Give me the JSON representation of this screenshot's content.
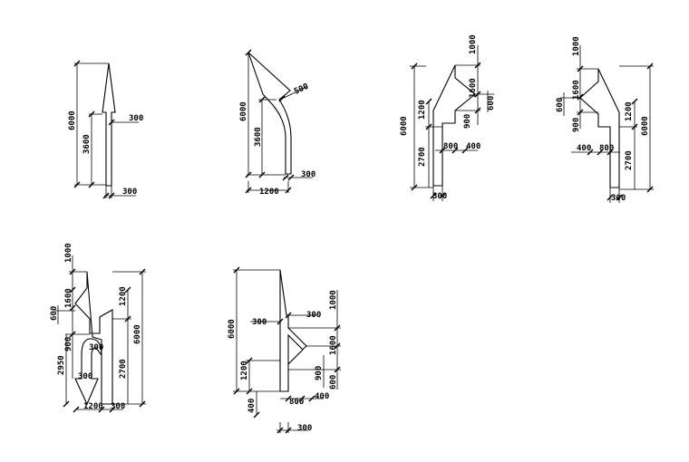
{
  "drawing": {
    "title": "",
    "stroke_color": "#000000",
    "background_color": "#ffffff"
  },
  "figures": [
    {
      "name": "straight-arrow",
      "dims": {
        "total_length": "6000",
        "stem_length": "3600",
        "head_width": "300",
        "stem_width": "300"
      }
    },
    {
      "name": "curved-left-arrow",
      "dims": {
        "total_length": "6000",
        "stem_length": "3600",
        "head_offset": "500",
        "stem_width": "300",
        "lateral_offset": "1200"
      }
    },
    {
      "name": "straight-right-arrow",
      "dims": {
        "top_offset": "1000",
        "total_length": "6000",
        "upper_segment": "1200",
        "head_span": "1600",
        "branch_width": "600",
        "lower_segment": "2700",
        "branch_gap": "900",
        "stem_offset": "800",
        "head_depth": "400",
        "stem_width": "300"
      }
    },
    {
      "name": "straight-left-arrow",
      "dims": {
        "top_offset": "1000",
        "total_length": "6000",
        "head_span": "1600",
        "branch_width": "600",
        "branch_gap": "900",
        "upper_segment": "1200",
        "lower_segment": "2700",
        "head_depth": "400",
        "stem_offset": "800",
        "stem_width": "300"
      }
    },
    {
      "name": "left-uturn-arrow",
      "dims": {
        "top_offset": "1000",
        "head_span": "1600",
        "branch_width": "600",
        "upper_segment": "1200",
        "total_length": "6000",
        "loop_height": "2950",
        "branch_gap": "900",
        "loop_head": "300",
        "loop_tail": "300",
        "lower_segment": "2700",
        "lateral_width": "1200",
        "stem_width": "300"
      }
    },
    {
      "name": "straight-right-stack-arrow",
      "dims": {
        "total_length": "6000",
        "left_head": "300",
        "right_head": "300",
        "top_offset": "1000",
        "upper_segment": "1200",
        "head_span": "1600",
        "branch_gap": "900",
        "bottom_offset": "400",
        "stem_offset": "800",
        "head_depth": "400",
        "branch_width": "600",
        "stem_width": "300"
      }
    }
  ]
}
